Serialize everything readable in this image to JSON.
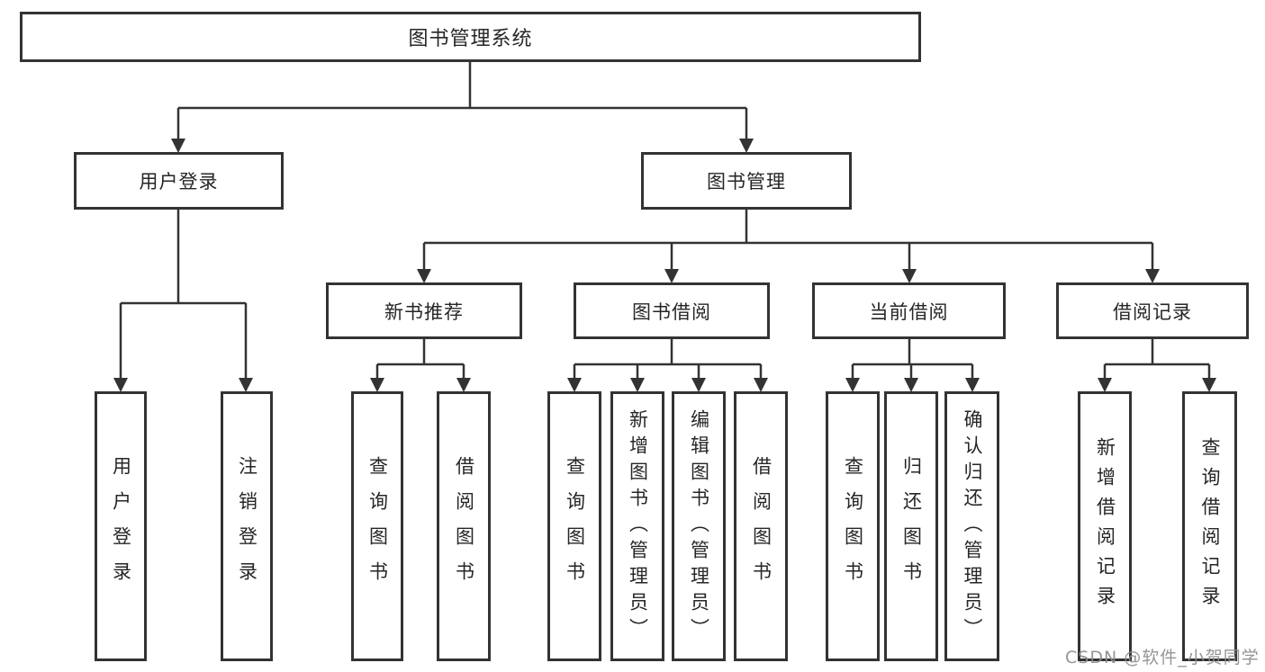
{
  "diagram": {
    "root": {
      "label": "图书管理系统"
    },
    "children": [
      {
        "label": "用户登录",
        "children": [
          {
            "label": "用户登录"
          },
          {
            "label": "注销登录"
          }
        ]
      },
      {
        "label": "图书管理",
        "children": [
          {
            "label": "新书推荐",
            "children": [
              {
                "label": "查询图书"
              },
              {
                "label": "借阅图书"
              }
            ]
          },
          {
            "label": "图书借阅",
            "children": [
              {
                "label": "查询图书"
              },
              {
                "label": "新增图书（管理员）"
              },
              {
                "label": "编辑图书（管理员）"
              },
              {
                "label": "借阅图书"
              }
            ]
          },
          {
            "label": "当前借阅",
            "children": [
              {
                "label": "查询图书"
              },
              {
                "label": "归还图书"
              },
              {
                "label": "确认归还（管理员）"
              }
            ]
          },
          {
            "label": "借阅记录",
            "children": [
              {
                "label": "新增借阅记录"
              },
              {
                "label": "查询借阅记录"
              }
            ]
          }
        ]
      }
    ]
  },
  "watermark": {
    "text": "CSDN @软件_小贺同学"
  },
  "colors": {
    "line": "#333333",
    "text": "#262626",
    "watermark": "#8c8c8c",
    "background": "#ffffff"
  }
}
